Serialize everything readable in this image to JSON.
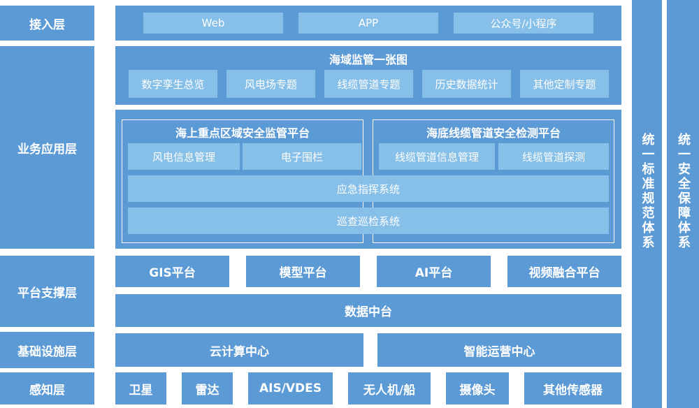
{
  "layers": {
    "access": "接入层",
    "business": "业务应用层",
    "platform": "平台支撑层",
    "infrastructure": "基础设施层",
    "perception": "感知层"
  },
  "access": {
    "items": [
      "Web",
      "APP",
      "公众号/小程序"
    ]
  },
  "sea_map": {
    "title": "海域监管一张图",
    "items": [
      "数字孪生总览",
      "风电场专题",
      "线缆管道专题",
      "历史数据统计",
      "其他定制专题"
    ]
  },
  "sea_platform": {
    "title": "海上重点区域安全监管平台",
    "items": [
      "风电信息管理",
      "电子围栏"
    ]
  },
  "cable_platform": {
    "title": "海底线缆管道安全检测平台",
    "items": [
      "线缆管道信息管理",
      "线缆管道探测"
    ]
  },
  "shared": {
    "emergency": "应急指挥系统",
    "patrol": "巡查巡检系统"
  },
  "platform_items": [
    "GIS平台",
    "模型平台",
    "AI平台",
    "视频融合平台"
  ],
  "data_center": "数据中台",
  "infra_items": [
    "云计算中心",
    "智能运营中心"
  ],
  "perception_items": [
    "卫星",
    "雷达",
    "AIS/VDES",
    "无人机/船",
    "摄像头",
    "其他传感器"
  ],
  "side": {
    "standard": "统一标准规范体系",
    "security": "统一安全保障体系"
  }
}
